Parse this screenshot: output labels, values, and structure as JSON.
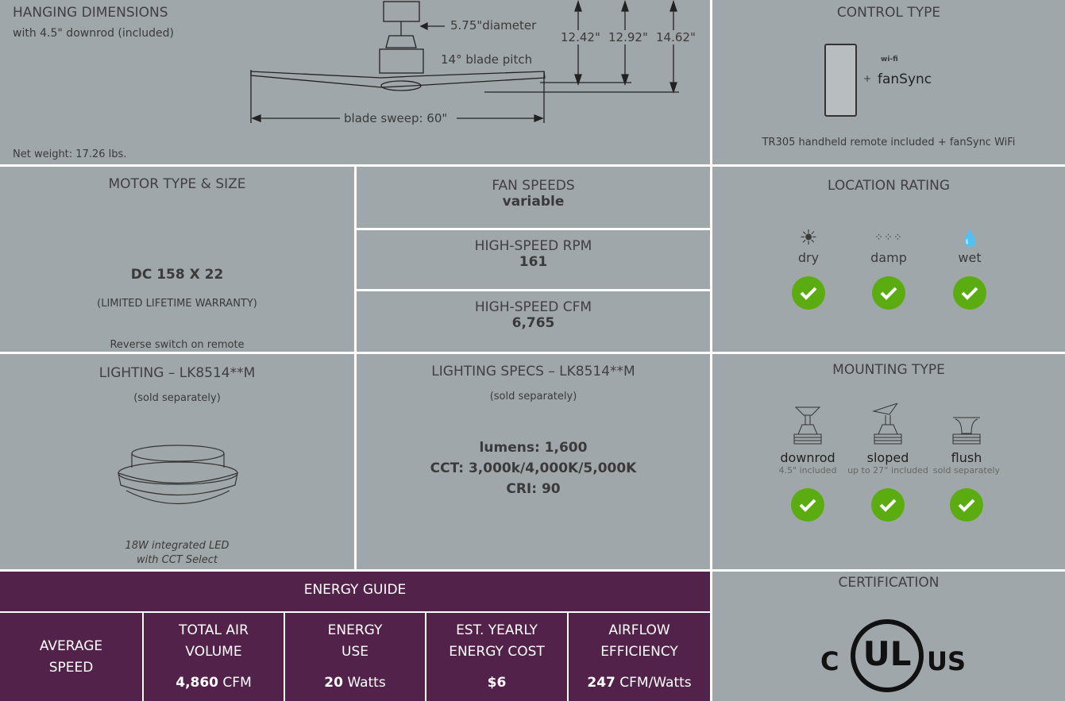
{
  "hanging": {
    "title": "HANGING DIMENSIONS",
    "subtitle": "with 4.5\" downrod (included)",
    "diameter": "5.75\"diameter",
    "pitch": "14° blade pitch",
    "h1": "12.42\"",
    "h2": "12.92\"",
    "h3": "14.62\"",
    "sweep": "blade sweep: 60\"",
    "weight": "Net weight: 17.26 lbs."
  },
  "control": {
    "title": "CONTROL TYPE",
    "plus": "+",
    "wifi": "wi-fi",
    "brand": "fanSync",
    "caption": "TR305 handheld remote included + fanSync WiFi"
  },
  "motor": {
    "title": "MOTOR TYPE & SIZE",
    "value": "DC 158 X 22",
    "warranty": "(LIMITED LIFETIME WARRANTY)",
    "note": "Reverse switch on remote"
  },
  "speeds": {
    "title": "FAN SPEEDS",
    "value": "variable"
  },
  "rpm": {
    "title": "HIGH-SPEED RPM",
    "value": "161"
  },
  "cfm": {
    "title": "HIGH-SPEED CFM",
    "value": "6,765"
  },
  "location": {
    "title": "LOCATION RATING",
    "items": [
      {
        "label": "dry",
        "icon": "sun-icon"
      },
      {
        "label": "damp",
        "icon": "mist-icon"
      },
      {
        "label": "wet",
        "icon": "droplets-icon"
      }
    ]
  },
  "lighting": {
    "title": "LIGHTING – LK8514**M",
    "note": "(sold separately)",
    "caption1": "18W integrated LED",
    "caption2": "with CCT Select"
  },
  "specs": {
    "title": "LIGHTING SPECS – LK8514**M",
    "note": "(sold separately)",
    "lumens": "lumens: 1,600",
    "cct": "CCT: 3,000k/4,000K/5,000K",
    "cri": "CRI: 90"
  },
  "mounting": {
    "title": "MOUNTING TYPE",
    "items": [
      {
        "label": "downrod",
        "sub": "4.5\" included"
      },
      {
        "label": "sloped",
        "sub": "up to 27° included"
      },
      {
        "label": "flush",
        "sub": "sold separately"
      }
    ]
  },
  "energy": {
    "title": "ENERGY GUIDE",
    "cells": [
      {
        "l1": "AVERAGE",
        "l2": "SPEED",
        "bold": "",
        "unit": ""
      },
      {
        "l1": "TOTAL AIR",
        "l2": "VOLUME",
        "bold": "4,860",
        "unit": " CFM"
      },
      {
        "l1": "ENERGY",
        "l2": "USE",
        "bold": "20",
        "unit": " Watts"
      },
      {
        "l1": "EST. YEARLY",
        "l2": "ENERGY COST",
        "bold": "$6",
        "unit": ""
      },
      {
        "l1": "AIRFLOW",
        "l2": "EFFICIENCY",
        "bold": "247",
        "unit": " CFM/Watts"
      }
    ]
  },
  "cert": {
    "title": "CERTIFICATION",
    "c": "C",
    "ul": "UL",
    "us": "US"
  },
  "colors": {
    "panel": "#a0a7aa",
    "purple": "#52224a",
    "check": "#5aac10"
  }
}
